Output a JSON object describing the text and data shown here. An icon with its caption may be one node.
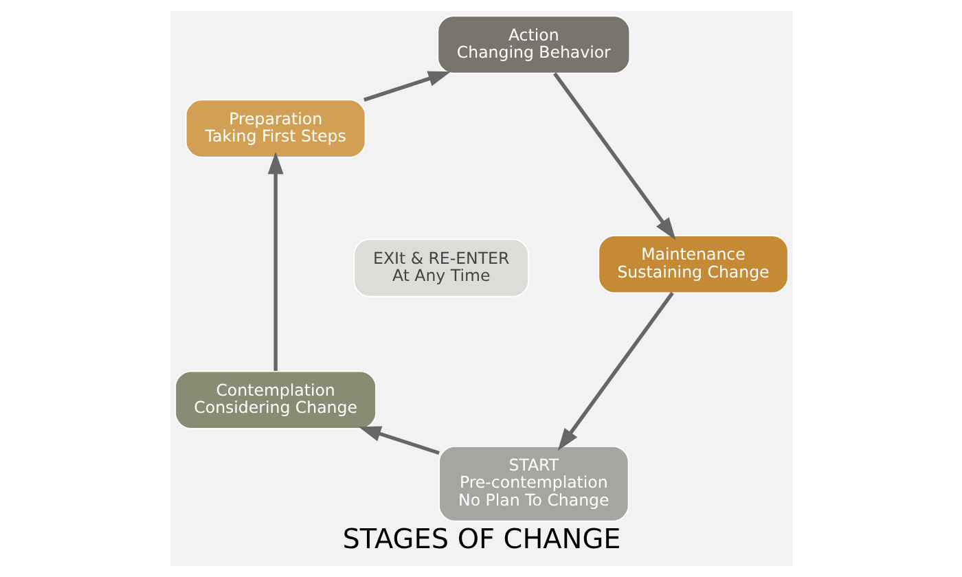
{
  "diagram": {
    "title": "STAGES OF CHANGE",
    "nodes": [
      {
        "text": [
          "START",
          "Pre-contemplation",
          "No Plan To Change"
        ]
      },
      {
        "text": [
          "Contemplation",
          "Considering Change"
        ]
      },
      {
        "text": [
          "Preparation",
          "Taking First Steps"
        ]
      },
      {
        "text": [
          "Action",
          "Changing Behavior"
        ]
      },
      {
        "text": [
          "Maintenance",
          "Sustaining Change"
        ]
      },
      {
        "text": [
          "EXIt & RE-ENTER",
          "At Any Time"
        ]
      }
    ],
    "edges": [
      {
        "from": 0,
        "to": 1,
        "arrow": "to"
      },
      {
        "from": 1,
        "to": 2,
        "arrow": "to"
      },
      {
        "from": 2,
        "to": 3,
        "arrow": "to"
      },
      {
        "from": 3,
        "to": 4,
        "arrow": "to"
      },
      {
        "from": 4,
        "to": 0,
        "arrow": "to"
      }
    ]
  }
}
